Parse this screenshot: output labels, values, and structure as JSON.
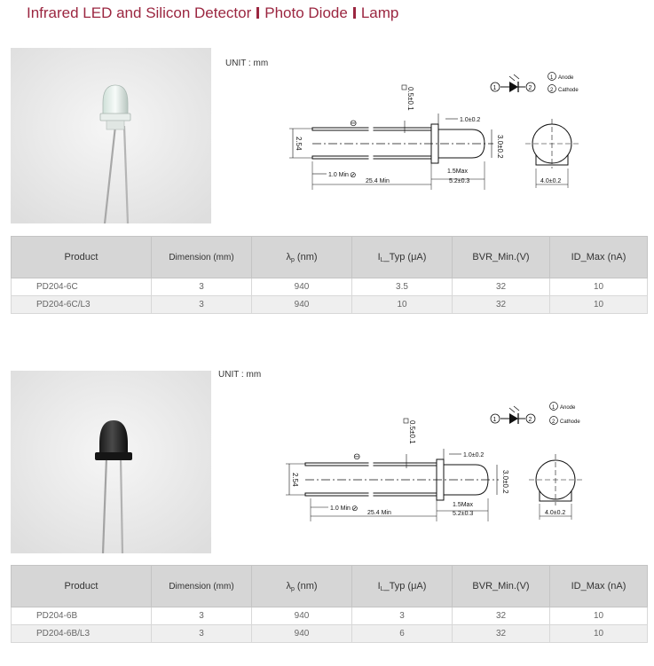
{
  "header": {
    "title_part1": "Infrared LED and Silicon Detector",
    "title_part2": "Photo Diode",
    "title_part3": "Lamp"
  },
  "sections": [
    {
      "product_image": "clear-photodiode-lamp",
      "unit_label": "UNIT : mm",
      "drawing": {
        "legend_1": "Anode",
        "legend_2": "Cathode",
        "dim_lead_offset": "0.5±0.1",
        "dim_lens_length": "1.0±0.2",
        "dim_body_dia": "3.0±0.2",
        "dim_pitch": "2.54",
        "dim_min_1": "1.0 Min",
        "dim_max": "1.5Max",
        "dim_lead_len": "25.4 Min",
        "dim_body_len": "5.2±0.3",
        "dim_flange": "4.0±0.2"
      },
      "table": {
        "headers": {
          "product": "Product",
          "dimension": "Dimension (mm)",
          "lambda": "λ",
          "lambda_sub": "p",
          "lambda_unit": " (nm)",
          "il": "I",
          "il_sub": "L",
          "il_rest": "_Typ (μA)",
          "bvr": "BVR_Min.(V)",
          "id": "ID_Max (nA)"
        },
        "rows": [
          {
            "product": "PD204-6C",
            "dimension": "3",
            "lambda": "940",
            "il": "3.5",
            "bvr": "32",
            "id": "10"
          },
          {
            "product": "PD204-6C/L3",
            "dimension": "3",
            "lambda": "940",
            "il": "10",
            "bvr": "32",
            "id": "10"
          }
        ]
      }
    },
    {
      "product_image": "black-photodiode-lamp",
      "unit_label": "UNIT : mm",
      "drawing": {
        "legend_1": "Anode",
        "legend_2": "Cathode",
        "dim_lead_offset": "0.5±0.1",
        "dim_lens_length": "1.0±0.2",
        "dim_body_dia": "3.0±0.2",
        "dim_pitch": "2.54",
        "dim_min_1": "1.0 Min",
        "dim_max": "1.5Max",
        "dim_lead_len": "25.4 Min",
        "dim_body_len": "5.2±0.3",
        "dim_flange": "4.0±0.2"
      },
      "table": {
        "headers": {
          "product": "Product",
          "dimension": "Dimension (mm)",
          "lambda": "λ",
          "lambda_sub": "p",
          "lambda_unit": " (nm)",
          "il": "I",
          "il_sub": "L",
          "il_rest": "_Typ (μA)",
          "bvr": "BVR_Min.(V)",
          "id": "ID_Max (nA)"
        },
        "rows": [
          {
            "product": "PD204-6B",
            "dimension": "3",
            "lambda": "940",
            "il": "3",
            "bvr": "32",
            "id": "10"
          },
          {
            "product": "PD204-6B/L3",
            "dimension": "3",
            "lambda": "940",
            "il": "6",
            "bvr": "32",
            "id": "10"
          }
        ]
      }
    }
  ]
}
